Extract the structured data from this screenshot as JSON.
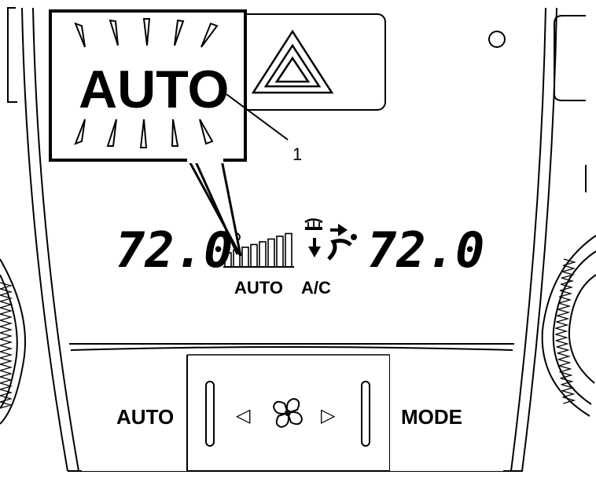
{
  "callout": {
    "label": "AUTO",
    "number": "1"
  },
  "display": {
    "left_temp": "72.0",
    "right_temp": "72.0",
    "auto_indicator": "AUTO",
    "ac_indicator": "A/C",
    "fan_bar_count": 8
  },
  "buttons": {
    "auto": "AUTO",
    "mode": "MODE",
    "fan_left_arrow": "◁",
    "fan_right_arrow": "▷"
  },
  "colors": {
    "line": "#000000",
    "background": "#ffffff"
  }
}
